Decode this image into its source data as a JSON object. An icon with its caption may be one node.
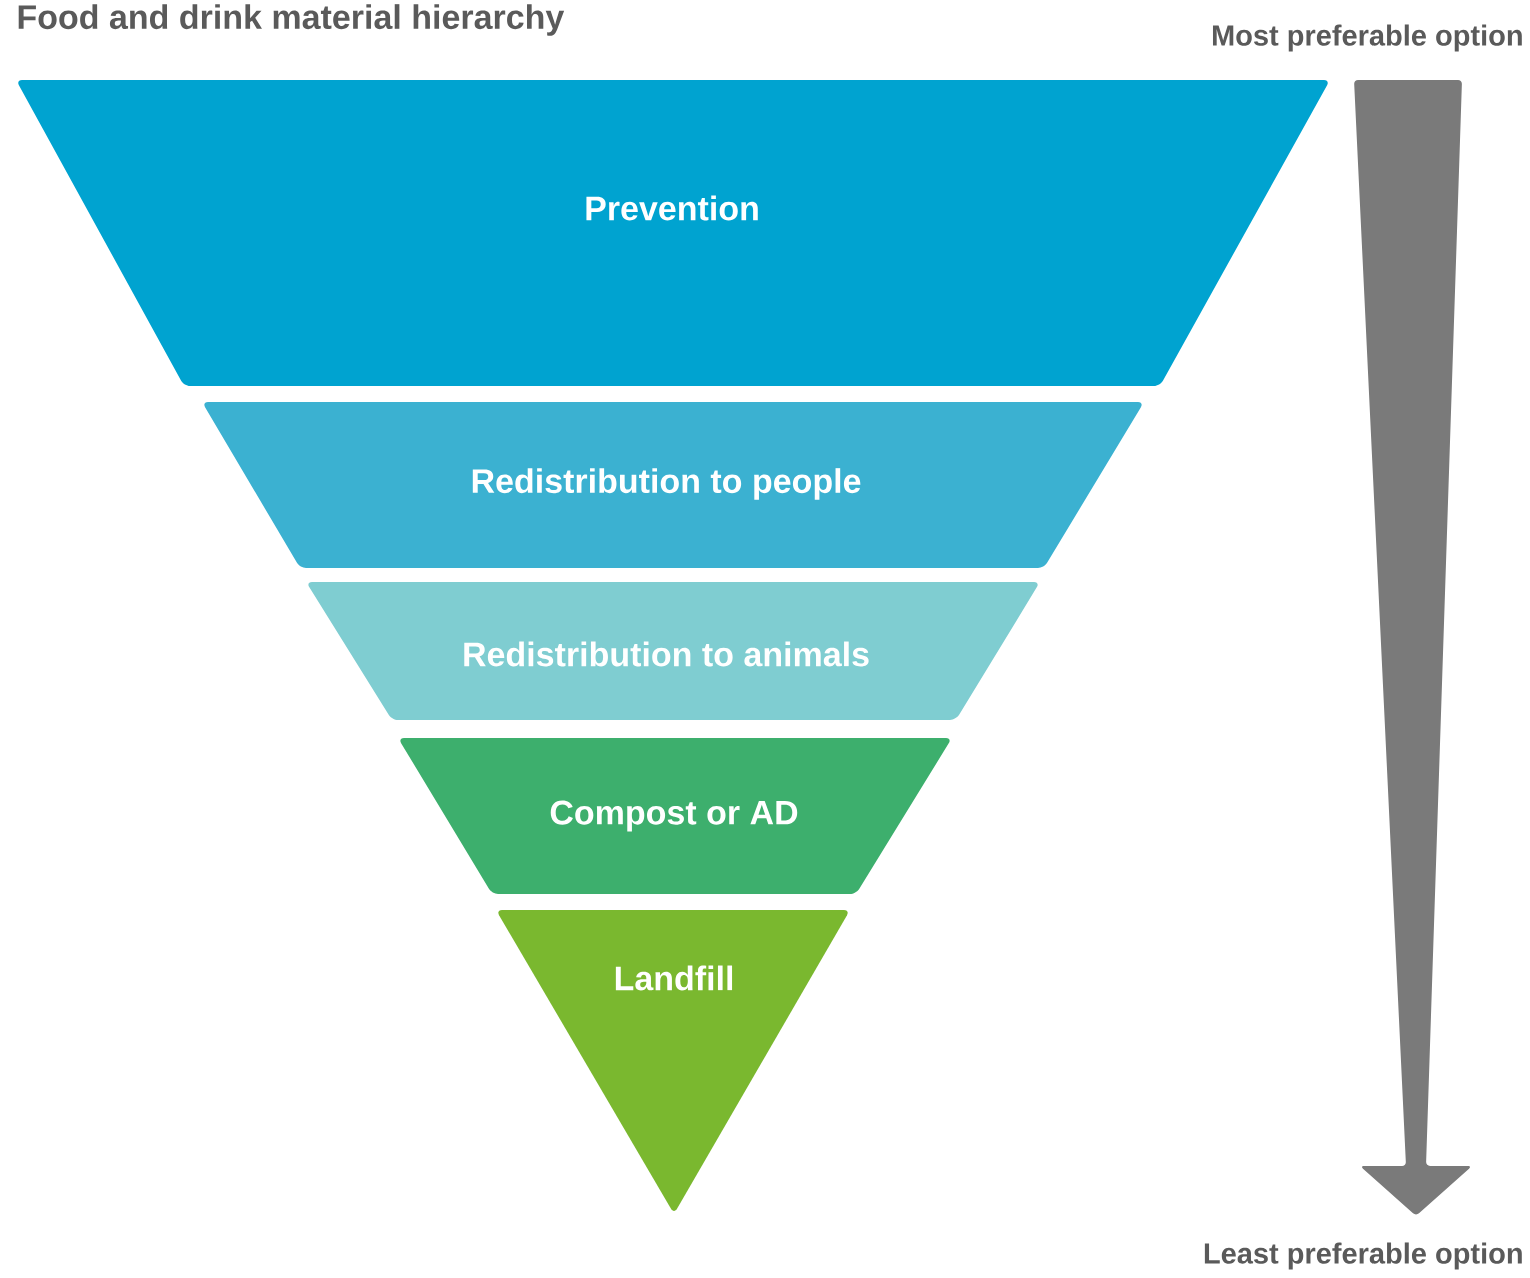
{
  "diagram": {
    "title": "Food and drink material hierarchy",
    "nodes": [
      {
        "text": [
          "Prevention"
        ]
      },
      {
        "text": [
          "Redistribution to people"
        ]
      },
      {
        "text": [
          "Redistribution to animals"
        ]
      },
      {
        "text": [
          "Compost or AD"
        ]
      },
      {
        "text": [
          "Landfill"
        ]
      }
    ],
    "labels": [
      "Most preferable option",
      "Least preferable option"
    ]
  }
}
